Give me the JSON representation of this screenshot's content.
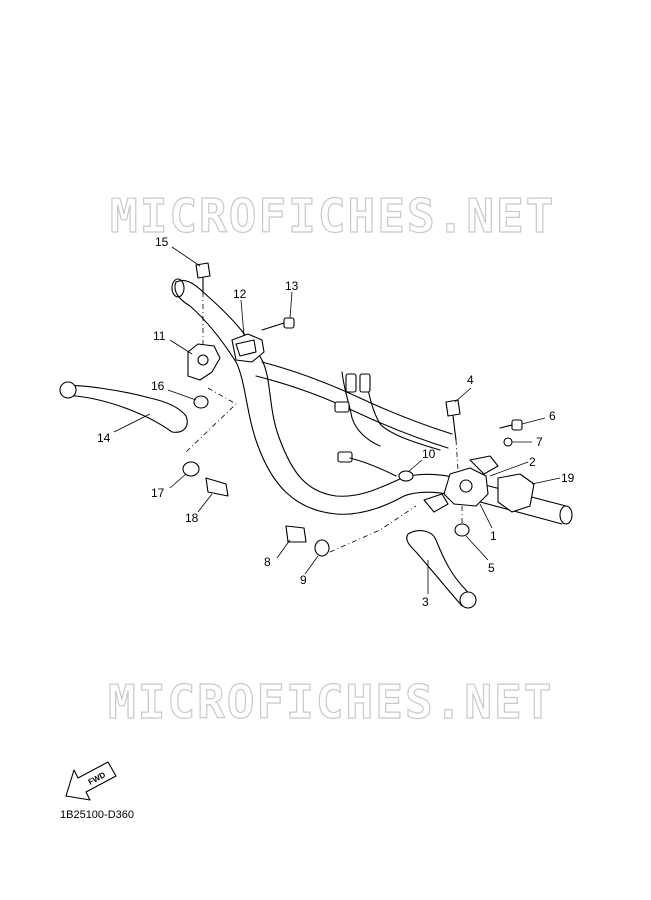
{
  "watermark": {
    "text": "MICROFICHES.NET"
  },
  "diagram_code": "1B25100-D360",
  "fwd_label": "FWD",
  "callouts": [
    {
      "id": "1",
      "label": "1"
    },
    {
      "id": "2",
      "label": "2"
    },
    {
      "id": "3",
      "label": "3"
    },
    {
      "id": "4",
      "label": "4"
    },
    {
      "id": "5",
      "label": "5"
    },
    {
      "id": "6",
      "label": "6"
    },
    {
      "id": "7",
      "label": "7"
    },
    {
      "id": "8",
      "label": "8"
    },
    {
      "id": "9",
      "label": "9"
    },
    {
      "id": "10",
      "label": "10"
    },
    {
      "id": "11",
      "label": "11"
    },
    {
      "id": "12",
      "label": "12"
    },
    {
      "id": "13",
      "label": "13"
    },
    {
      "id": "14",
      "label": "14"
    },
    {
      "id": "15",
      "label": "15"
    },
    {
      "id": "16",
      "label": "16"
    },
    {
      "id": "17",
      "label": "17"
    },
    {
      "id": "18",
      "label": "18"
    },
    {
      "id": "19",
      "label": "19"
    }
  ]
}
